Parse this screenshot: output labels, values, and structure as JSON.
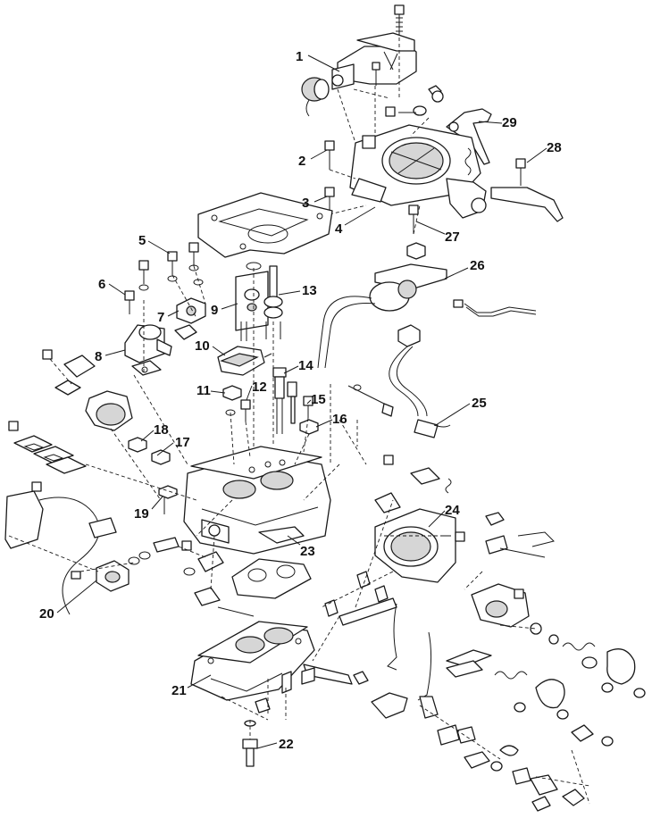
{
  "callouts": [
    {
      "id": "c1",
      "text": "1"
    },
    {
      "id": "c2",
      "text": "2"
    },
    {
      "id": "c3",
      "text": "3"
    },
    {
      "id": "c4",
      "text": "4"
    },
    {
      "id": "c5",
      "text": "5"
    },
    {
      "id": "c6",
      "text": "6"
    },
    {
      "id": "c7",
      "text": "7"
    },
    {
      "id": "c8",
      "text": "8"
    },
    {
      "id": "c9",
      "text": "9"
    },
    {
      "id": "c10",
      "text": "10"
    },
    {
      "id": "c11",
      "text": "11"
    },
    {
      "id": "c12",
      "text": "12"
    },
    {
      "id": "c13",
      "text": "13"
    },
    {
      "id": "c14",
      "text": "14"
    },
    {
      "id": "c15",
      "text": "15"
    },
    {
      "id": "c16",
      "text": "16"
    },
    {
      "id": "c17",
      "text": "17"
    },
    {
      "id": "c18",
      "text": "18"
    },
    {
      "id": "c19",
      "text": "19"
    },
    {
      "id": "c20",
      "text": "20"
    },
    {
      "id": "c21",
      "text": "21"
    },
    {
      "id": "c22",
      "text": "22"
    },
    {
      "id": "c23",
      "text": "23"
    },
    {
      "id": "c24",
      "text": "24"
    },
    {
      "id": "c25",
      "text": "25"
    },
    {
      "id": "c26",
      "text": "26"
    },
    {
      "id": "c27",
      "text": "27"
    },
    {
      "id": "c28",
      "text": "28"
    },
    {
      "id": "c29",
      "text": "29"
    }
  ],
  "colors": {
    "line": "#1a1a1a",
    "shade": "#d6d6d6",
    "background": "#ffffff"
  }
}
